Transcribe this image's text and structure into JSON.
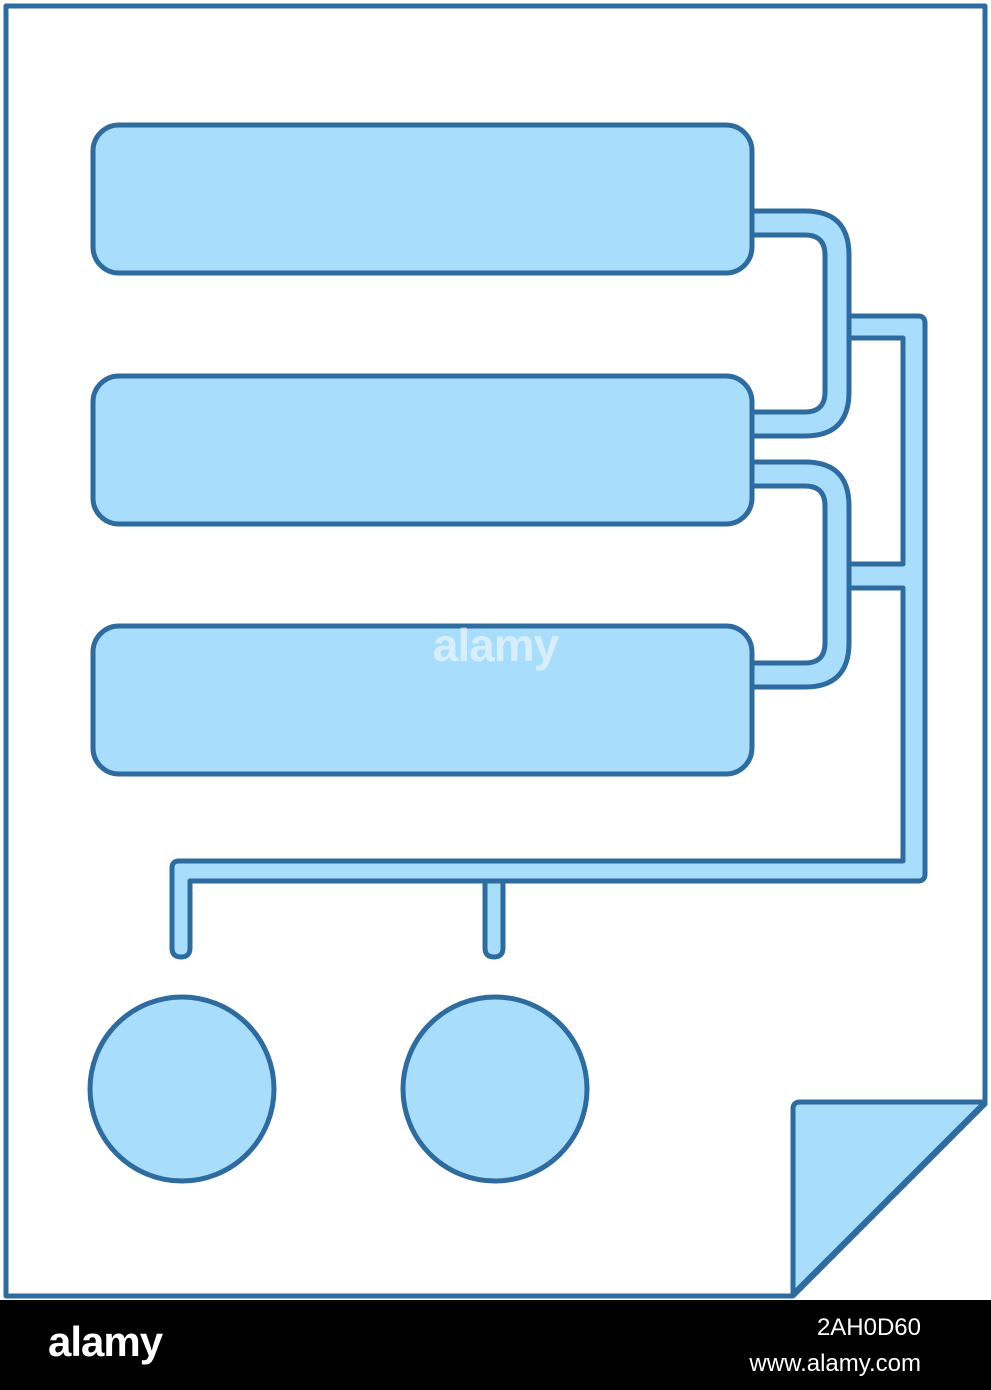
{
  "colors": {
    "stroke": "#2E6B9E",
    "fill": "#A8DDFB",
    "paper": "#FFFFFF",
    "footer_bg": "#000000",
    "footer_text": "#FFFFFF"
  },
  "icon": {
    "name": "document-flowchart-icon",
    "parts": [
      "paper-sheet",
      "folded-corner",
      "bar-1",
      "bar-2",
      "bar-3",
      "circle-1",
      "circle-2",
      "connectors"
    ]
  },
  "watermark": {
    "center_text": "alamy"
  },
  "footer": {
    "logo": "alamy",
    "image_id": "2AH0D60",
    "url": "www.alamy.com"
  }
}
